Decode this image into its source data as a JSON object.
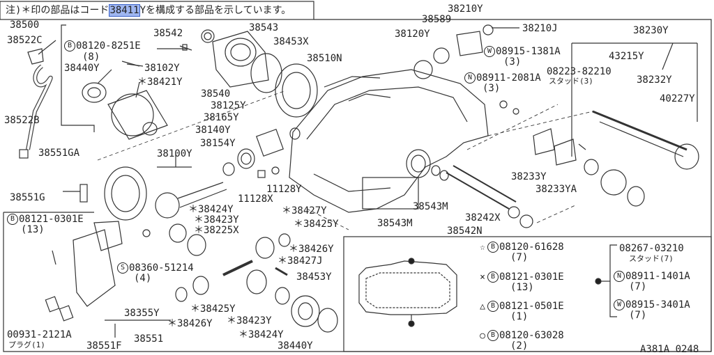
{
  "note": {
    "prefix": "注)＊印の部品はコード",
    "code": "38411",
    "suffix": "Yを構成する部品を示しています。"
  },
  "ref_code": "A381A 0248",
  "labels": {
    "p38500": "38500",
    "p38522C": "38522C",
    "p08120_8251E": "08120-8251E",
    "p08120_8251E_qty": "(8)",
    "p38440Y_top": "38440Y",
    "p38102Y": "38102Y",
    "p38421Y": "＊38421Y",
    "p38542": "38542",
    "p38543": "38543",
    "p38453X": "38453X",
    "p38540": "38540",
    "p38510N": "38510N",
    "p38522B": "38522B",
    "p38551GA": "38551GA",
    "p38551G": "38551G",
    "p38125Y": "38125Y",
    "p38165Y": "38165Y",
    "p38140Y": "38140Y",
    "p38154Y": "38154Y",
    "p38100Y": "38100Y",
    "p11128Y": "11128Y",
    "p11128X": "11128X",
    "p38120Y": "38120Y",
    "p38589": "38589",
    "p38210Y": "38210Y",
    "p38210J": "38210J",
    "p08915_1381A": "08915-1381A",
    "p08915_1381A_qty": "(3)",
    "p08911_2081A": "08911-2081A",
    "p08911_2081A_qty": "(3)",
    "p38230Y": "38230Y",
    "p43215Y": "43215Y",
    "p08223_82210": "08223-82210",
    "p08223_sub": "スタッド(3)",
    "p38232Y": "38232Y",
    "p40227Y": "40227Y",
    "p38233Y": "38233Y",
    "p38233YA": "38233YA",
    "p38543M_r": "38543M",
    "p38543M_l": "38543M",
    "p38242X": "38242X",
    "p38542N": "38542N",
    "p08121_0301E": "08121-0301E",
    "p08121_0301E_qty": "(13)",
    "p38424Y_a": "＊38424Y",
    "p38423Y_a": "＊38423Y",
    "p38225X": "＊38225X",
    "p38427Y": "＊38427Y",
    "p38425Y_a": "＊38425Y",
    "p38426Y_a": "＊38426Y",
    "p38427J": "＊38427J",
    "p08360_51214": "08360-51214",
    "p08360_qty": "(4)",
    "p38355Y": "38355Y",
    "p38425Y_b": "＊38425Y",
    "p38426Y_b": "＊38426Y",
    "p38423Y_b": "＊38423Y",
    "p38424Y_b": "＊38424Y",
    "p38453Y": "38453Y",
    "p38440Y_bot": "38440Y",
    "p38551": "38551",
    "p38551F": "38551F",
    "p00931_2121A": "00931-2121A",
    "p00931_sub": "プラグ(1)"
  },
  "legend": {
    "r1": {
      "sym": "☆",
      "code": "08120-61628",
      "qty": "(7)"
    },
    "r2": {
      "sym": "×",
      "code": "08121-0301E",
      "qty": "(13)"
    },
    "r3": {
      "sym": "△",
      "code": "08121-0501E",
      "qty": "(1)"
    },
    "r4": {
      "sym": "○",
      "code": "08120-63028",
      "qty": "(2)"
    },
    "g1": {
      "code": "08267-03210",
      "sub": "スタッド(7)"
    },
    "g2": {
      "code": "08911-1401A",
      "qty": "(7)"
    },
    "g3": {
      "code": "08915-3401A",
      "qty": "(7)"
    }
  }
}
